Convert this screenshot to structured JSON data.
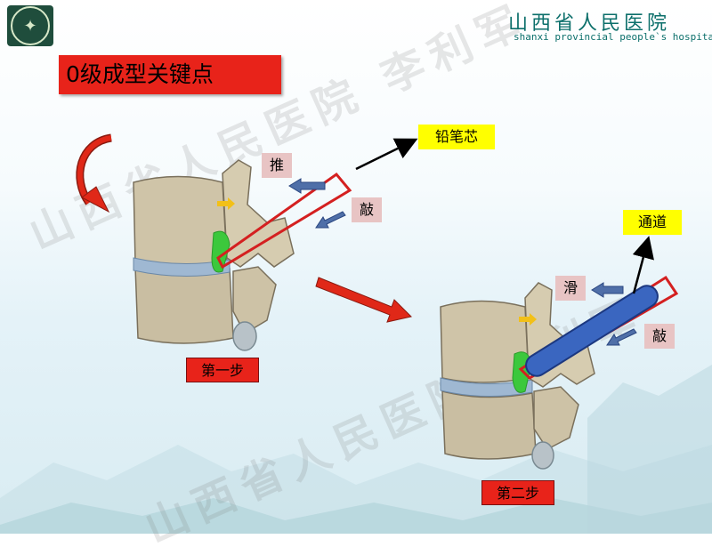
{
  "header": {
    "hospital_cn": "山西省人民医院",
    "hospital_en": "shanxi provincial people`s hospital"
  },
  "title": "0级成型关键点",
  "watermark": "山西省人民医院 李利军",
  "labels": {
    "pencil_core": "铅笔芯",
    "push": "推",
    "tap1": "敲",
    "channel": "通道",
    "slide": "滑",
    "tap2": "敲",
    "step1": "第一步",
    "step2": "第二步"
  },
  "colors": {
    "title_bg": "#e8231a",
    "yellow_box": "#ffff00",
    "pink_box": "#e8c4c4",
    "arrow_blue": "#4f6fa8",
    "green_area": "#3cc83c",
    "outline_red": "#d42020",
    "tube_blue": "#3a66c0"
  }
}
